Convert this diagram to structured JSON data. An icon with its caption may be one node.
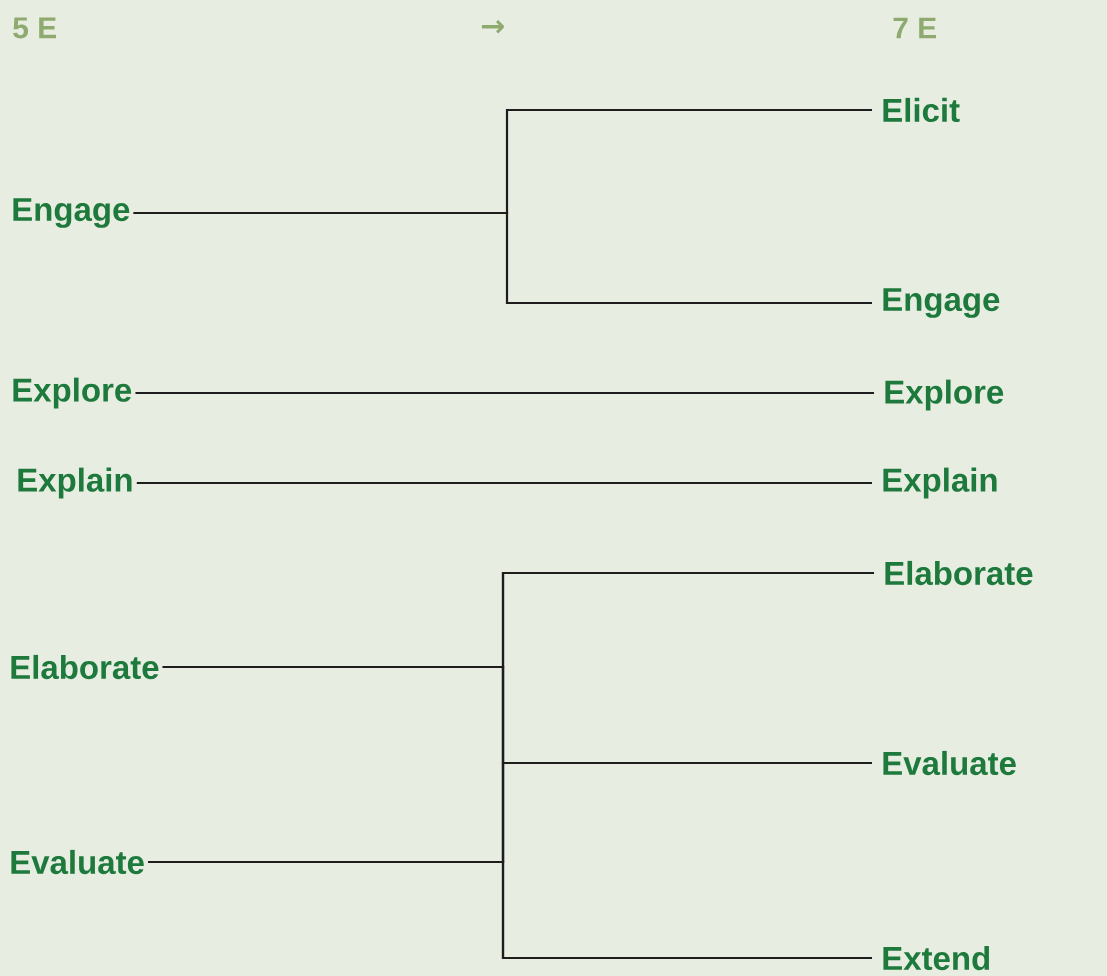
{
  "diagram": {
    "nodes": [
      {
        "text": [
          "Engage"
        ]
      },
      {
        "text": [
          "Explore"
        ]
      },
      {
        "text": [
          "Explain"
        ]
      },
      {
        "text": [
          "Elaborate"
        ]
      },
      {
        "text": [
          "Evaluate"
        ]
      },
      {
        "text": [
          "Elicit"
        ]
      },
      {
        "text": [
          "Engage"
        ]
      },
      {
        "text": [
          "Explore"
        ]
      },
      {
        "text": [
          "Explain"
        ]
      },
      {
        "text": [
          "Elaborate"
        ]
      },
      {
        "text": [
          "Evaluate"
        ]
      },
      {
        "text": [
          "Extend"
        ]
      }
    ],
    "edges": [
      {
        "from": 0,
        "to": 5,
        "arrow": "none"
      },
      {
        "from": 0,
        "to": 6,
        "arrow": "none"
      },
      {
        "from": 1,
        "to": 7,
        "arrow": "none"
      },
      {
        "from": 2,
        "to": 8,
        "arrow": "none"
      },
      {
        "from": 3,
        "to": 9,
        "arrow": "none"
      },
      {
        "from": 3,
        "to": 10,
        "arrow": "none"
      },
      {
        "from": 3,
        "to": 11,
        "arrow": "none"
      },
      {
        "from": 4,
        "to": 9,
        "arrow": "none"
      },
      {
        "from": 4,
        "to": 10,
        "arrow": "none"
      },
      {
        "from": 4,
        "to": 11,
        "arrow": "none"
      }
    ],
    "labels": [
      "5 E",
      "→",
      "7 E"
    ]
  }
}
